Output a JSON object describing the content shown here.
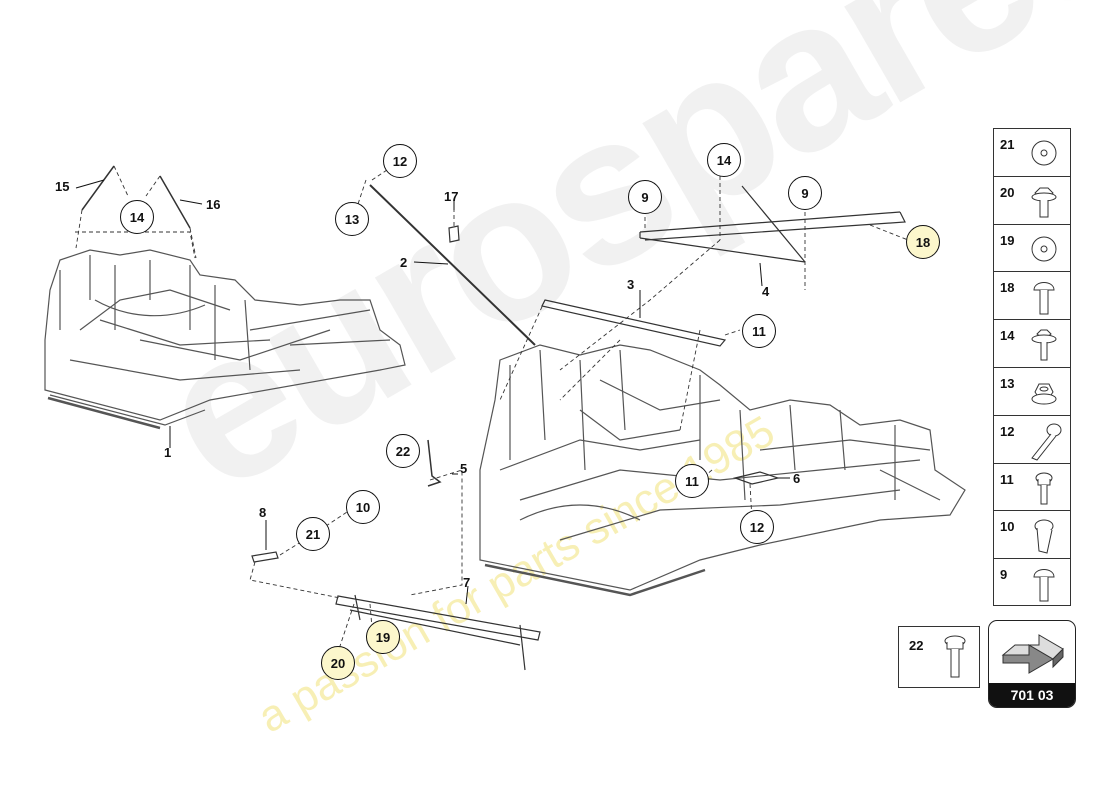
{
  "watermark": {
    "brand": "eurospares",
    "tagline": "a passion for parts since 1985"
  },
  "callouts": {
    "c14a": "14",
    "c12a": "12",
    "c13a": "13",
    "c9a": "9",
    "c14b": "14",
    "c9b": "9",
    "c18": "18",
    "c11a": "11",
    "c22": "22",
    "c11b": "11",
    "c12b": "12",
    "c10": "10",
    "c21": "21",
    "c19": "19",
    "c20": "20"
  },
  "labels": {
    "l1": "1",
    "l2": "2",
    "l3": "3",
    "l4": "4",
    "l5": "5",
    "l6": "6",
    "l7": "7",
    "l8": "8",
    "l15": "15",
    "l16": "16",
    "l17": "17"
  },
  "legend": [
    {
      "num": "21",
      "icon": "washer-icon"
    },
    {
      "num": "20",
      "icon": "flange-bolt-icon"
    },
    {
      "num": "19",
      "icon": "washer-icon"
    },
    {
      "num": "18",
      "icon": "round-head-bolt-icon"
    },
    {
      "num": "14",
      "icon": "hex-flange-bolt-icon"
    },
    {
      "num": "13",
      "icon": "hex-nut-icon"
    },
    {
      "num": "12",
      "icon": "long-bolt-icon"
    },
    {
      "num": "11",
      "icon": "torx-bolt-icon"
    },
    {
      "num": "10",
      "icon": "shoulder-bolt-icon"
    },
    {
      "num": "9",
      "icon": "round-head-bolt-icon"
    }
  ],
  "extra_part": {
    "num": "22",
    "icon": "torx-bolt-icon"
  },
  "page_code": "701 03",
  "colors": {
    "line": "#111111",
    "frame": "#555555",
    "highlight": "#fcf7cc"
  }
}
